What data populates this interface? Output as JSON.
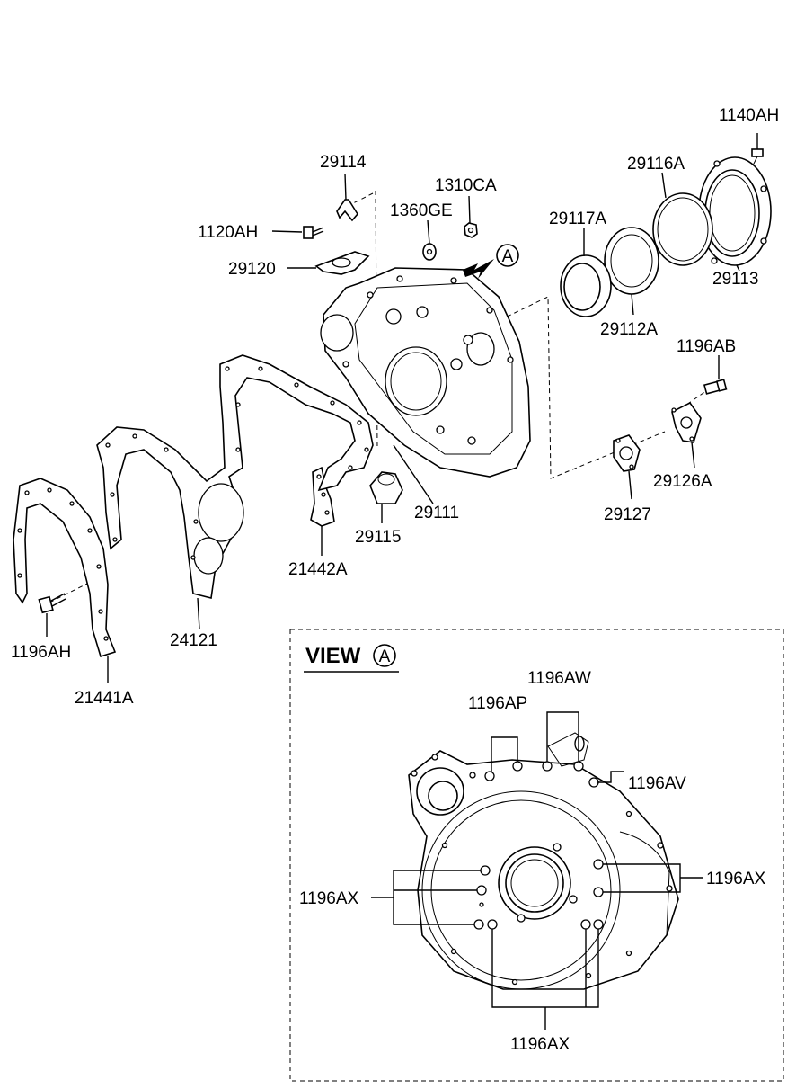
{
  "parts": {
    "p1140AH": "1140AH",
    "p29114": "29114",
    "p29116A": "29116A",
    "p1310CA": "1310CA",
    "p1360GE": "1360GE",
    "p1120AH": "1120AH",
    "p29117A": "29117A",
    "p29113": "29113",
    "p29120": "29120",
    "p29112A": "29112A",
    "p1196AB": "1196AB",
    "p29126A": "29126A",
    "p29111": "29111",
    "p29127": "29127",
    "p29115": "29115",
    "p21442A": "21442A",
    "p1196AH": "1196AH",
    "p24121": "24121",
    "p21441A": "21441A"
  },
  "arrow_letter": "A",
  "view": {
    "title": "VIEW",
    "letter": "A",
    "labels": {
      "aw": "1196AW",
      "ap": "1196AP",
      "av": "1196AV",
      "ax_left": "1196AX",
      "ax_right": "1196AX",
      "ax_bottom": "1196AX"
    }
  }
}
